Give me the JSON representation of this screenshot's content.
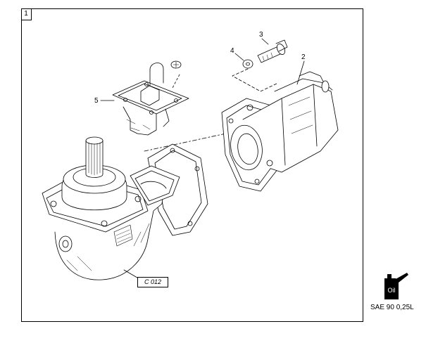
{
  "figure": {
    "number": "1"
  },
  "callouts": [
    {
      "id": "2",
      "label": "2"
    },
    {
      "id": "3",
      "label": "3"
    },
    {
      "id": "4",
      "label": "4"
    },
    {
      "id": "5",
      "label": "5"
    }
  ],
  "reference_label": "C 012",
  "lubricant": {
    "icon": "oil-can-icon",
    "can_label": "Oil",
    "spec": "SAE 90 0,25L"
  },
  "colors": {
    "line": "#000000",
    "background": "#ffffff"
  }
}
